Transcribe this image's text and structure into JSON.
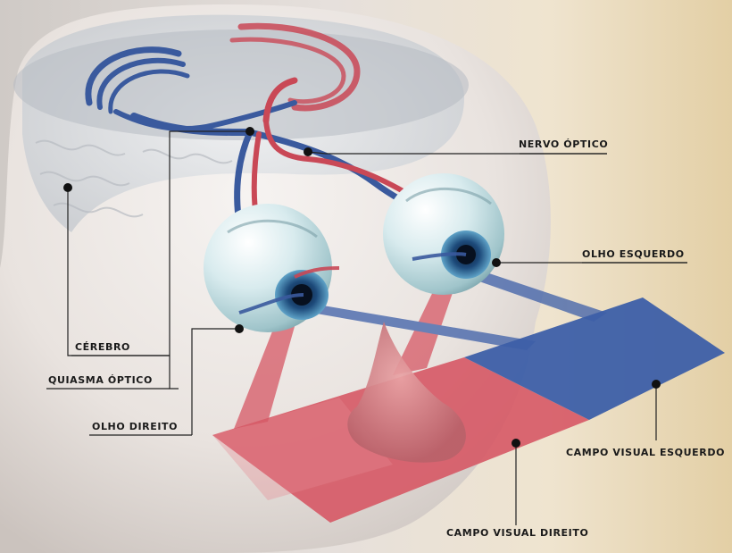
{
  "labels": {
    "nervo_optico": "NERVO ÓPTICO",
    "olho_esquerdo": "OLHO ESQUERDO",
    "cerebro": "CÉREBRO",
    "quiasma_optico": "QUIASMA ÓPTICO",
    "olho_direito": "OLHO DIREITO",
    "campo_visual_esquerdo": "CAMPO VISUAL ESQUERDO",
    "campo_visual_direito": "CAMPO VISUAL DIREITO"
  },
  "colors": {
    "left_pathway": "#3a5a9e",
    "right_pathway": "#c94856",
    "left_field": "#3d5fa8",
    "right_field": "#d65865",
    "background_warm": "#e9d6b0",
    "skin": "#e8e2dc"
  }
}
